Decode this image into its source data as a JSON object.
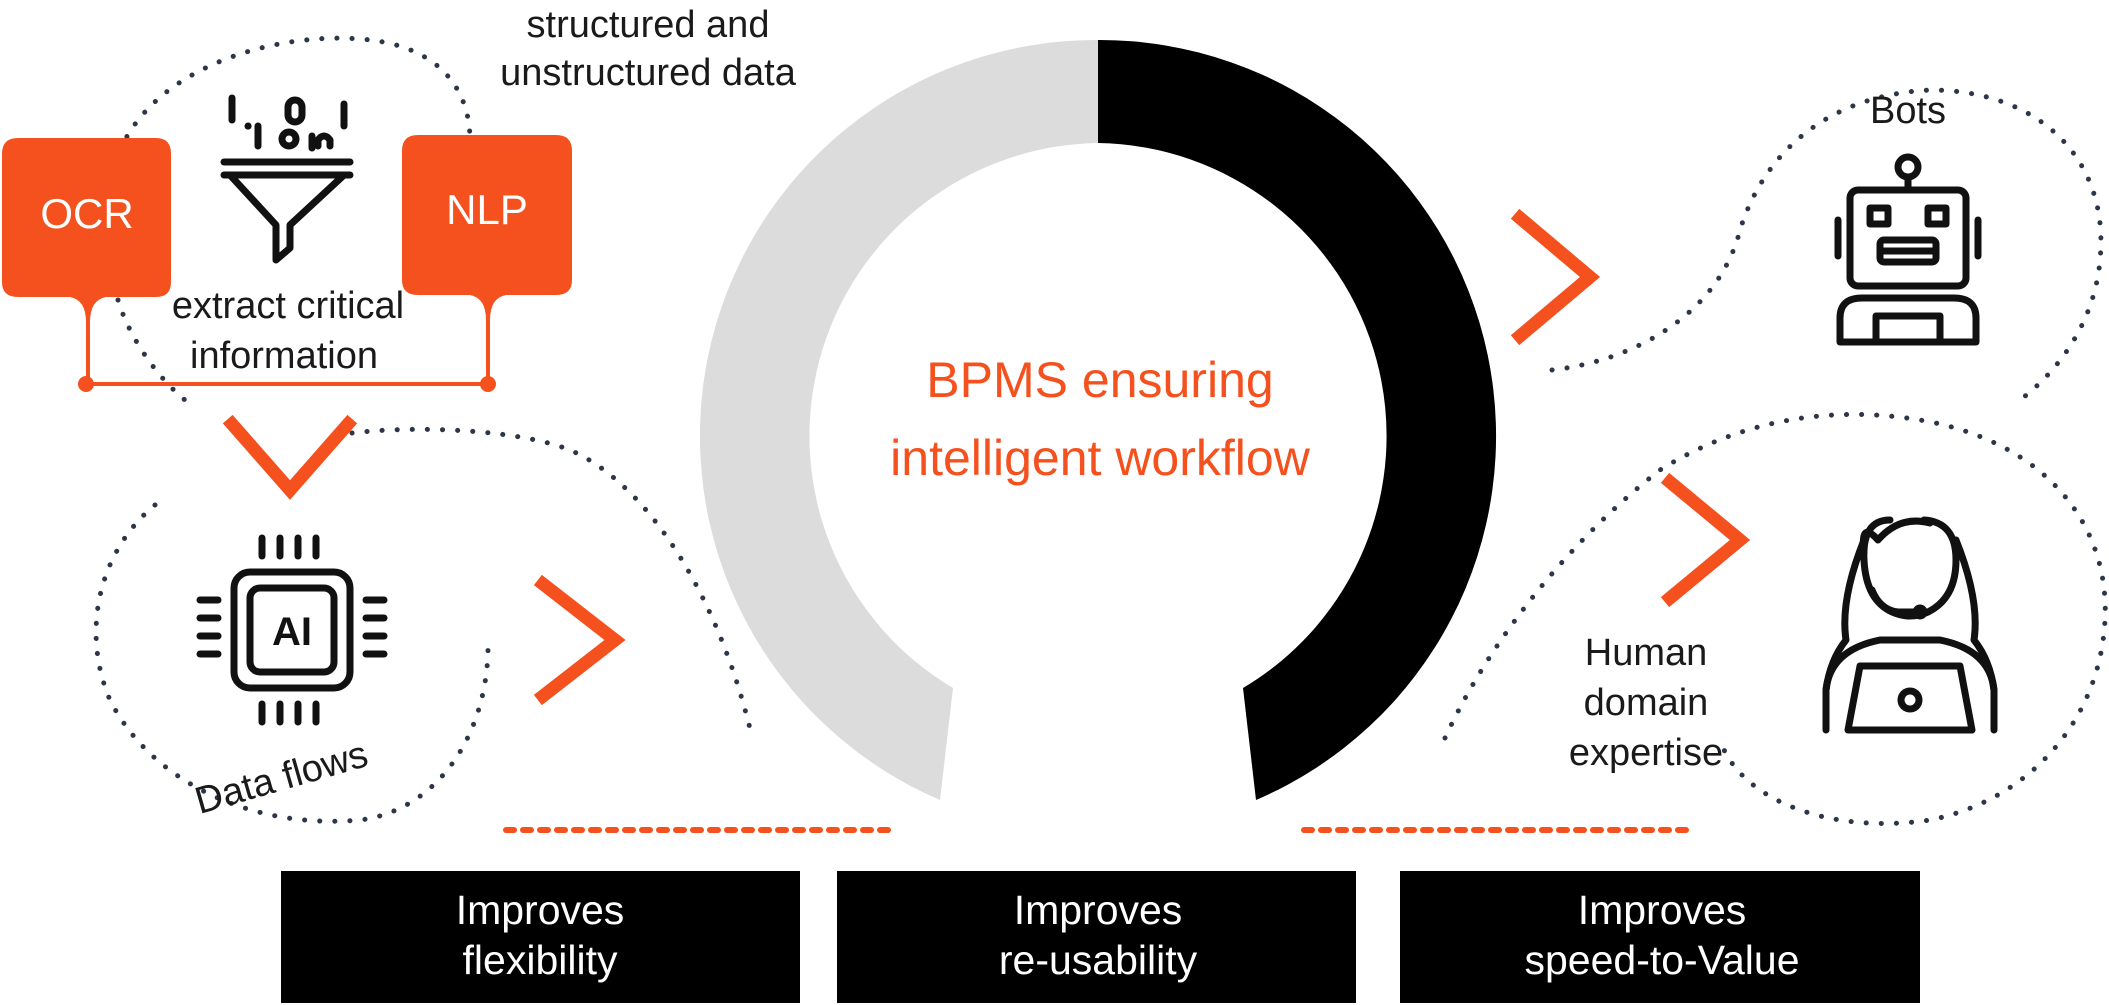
{
  "top_label": [
    "structured and",
    "unstructured data"
  ],
  "ocr_tag": "OCR",
  "nlp_tag": "NLP",
  "extract_label": [
    "extract critical",
    "information"
  ],
  "ai_chip_label": "AI",
  "data_flows_label": "Data flows",
  "center_title": [
    "BPMS ensuring",
    "intelligent workflow"
  ],
  "bots_label": "Bots",
  "human_label": [
    "Human",
    "domain",
    "expertise"
  ],
  "boxes": [
    {
      "line1": "Improves",
      "line2": "flexibility"
    },
    {
      "line1": "Improves",
      "line2": "re-usability"
    },
    {
      "line1": "Improves",
      "line2": "speed-to-Value"
    }
  ],
  "colors": {
    "accent": "#f4511e",
    "dark": "#000000",
    "arc_light": "#dcdcdc",
    "dots": "#2d3648",
    "box_text": "#ffffff"
  },
  "icons": [
    "funnel-data-icon",
    "ai-chip-icon",
    "robot-icon",
    "support-agent-icon"
  ]
}
